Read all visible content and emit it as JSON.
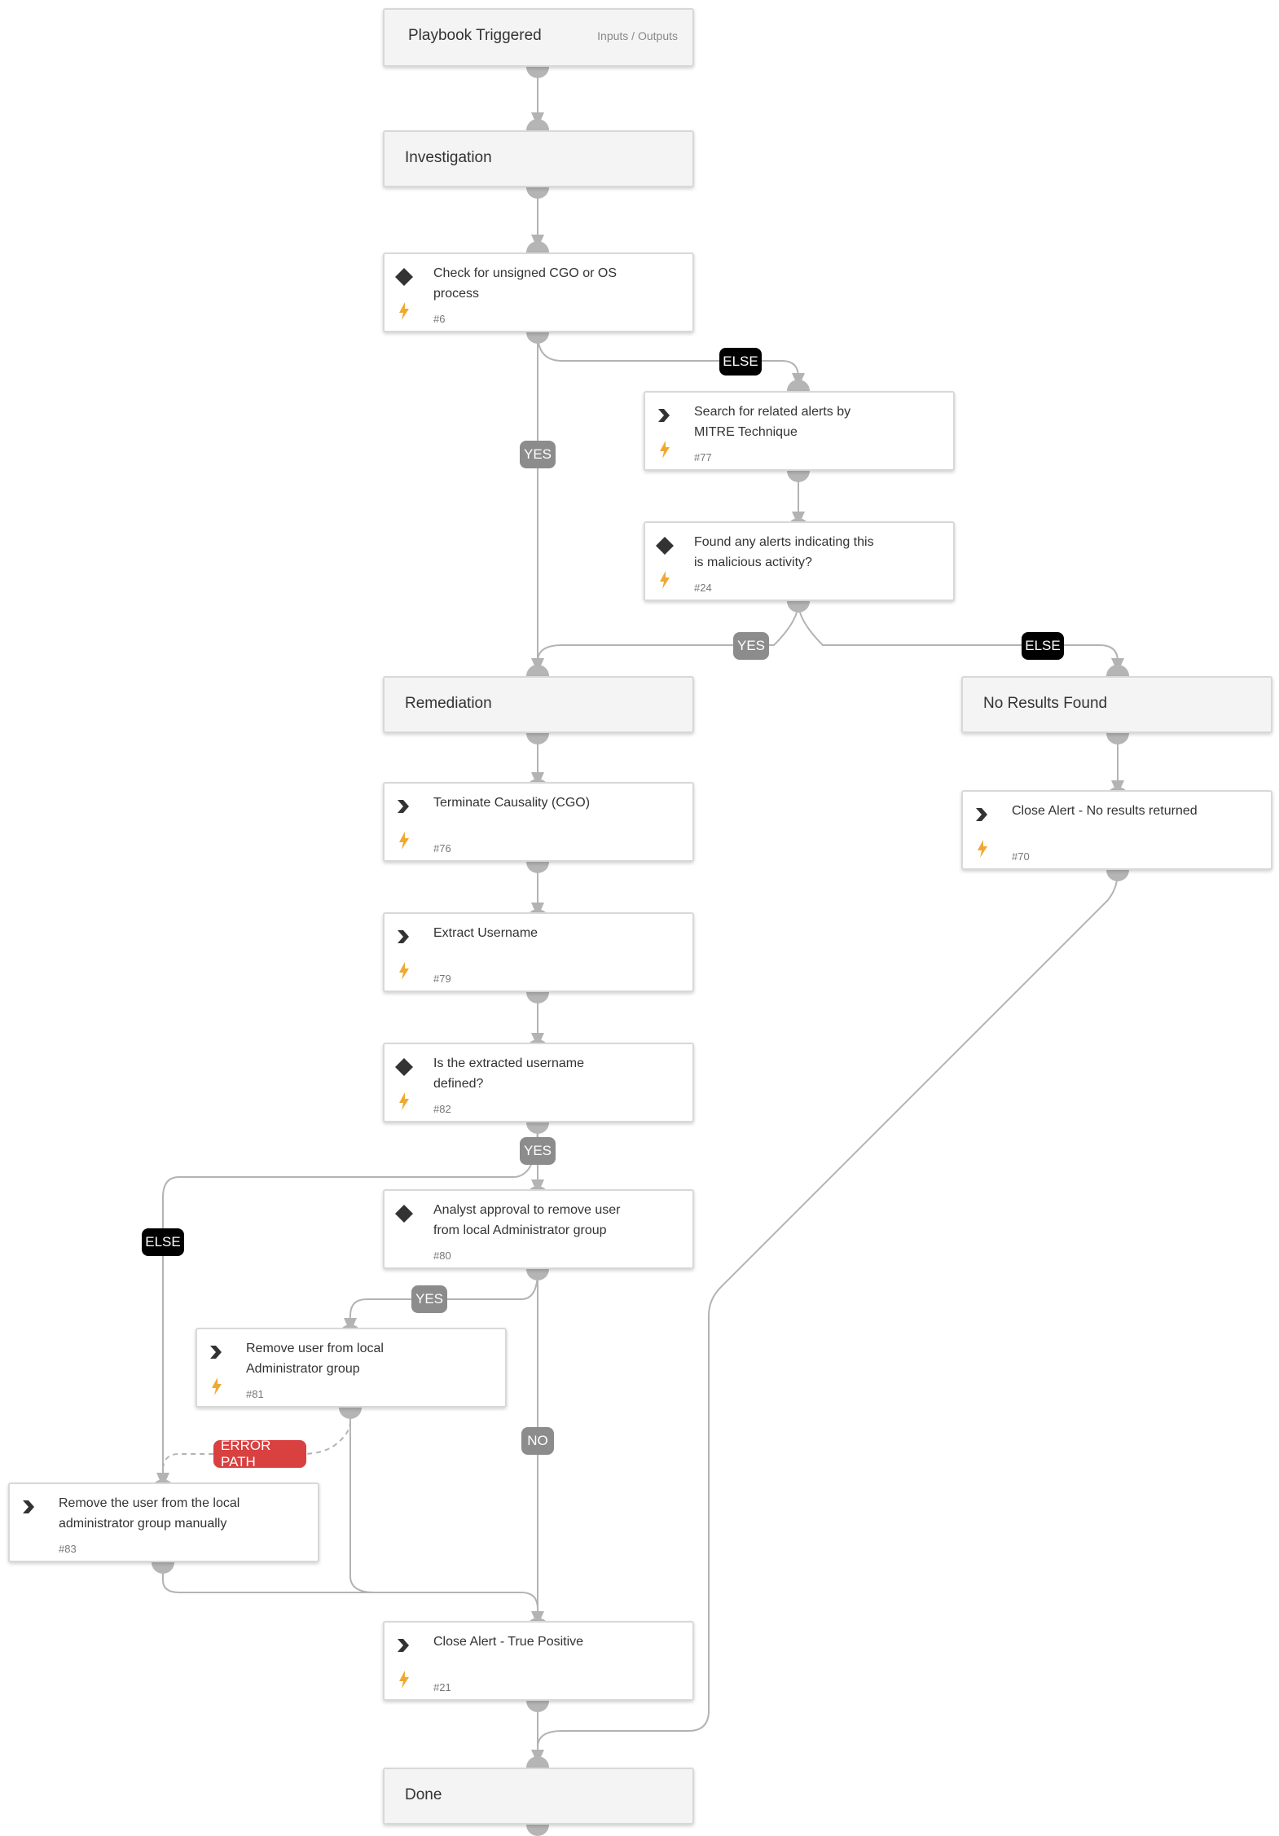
{
  "nodes": {
    "start": {
      "title": "Playbook Triggered",
      "io_link": "Inputs / Outputs"
    },
    "investigation": {
      "title": "Investigation"
    },
    "n6": {
      "line1": "Check for unsigned CGO or OS",
      "line2": "process",
      "num": "#6"
    },
    "n77": {
      "line1": "Search for related alerts by",
      "line2": "MITRE Technique",
      "num": "#77"
    },
    "n24": {
      "line1": "Found any alerts indicating this",
      "line2": "is malicious activity?",
      "num": "#24"
    },
    "remediation": {
      "title": "Remediation"
    },
    "no_results": {
      "title": "No Results Found"
    },
    "n76": {
      "line1": "Terminate Causality (CGO)",
      "num": "#76"
    },
    "n70": {
      "line1": "Close Alert - No results returned",
      "num": "#70"
    },
    "n79": {
      "line1": "Extract Username",
      "num": "#79"
    },
    "n82": {
      "line1": "Is the extracted username",
      "line2": "defined?",
      "num": "#82"
    },
    "n80": {
      "line1": "Analyst approval to remove user",
      "line2": "from local Administrator group",
      "num": "#80"
    },
    "n81": {
      "line1": "Remove user from local",
      "line2": "Administrator group",
      "num": "#81"
    },
    "n83": {
      "line1": "Remove the user from the local",
      "line2": "administrator group manually",
      "num": "#83"
    },
    "n21": {
      "line1": "Close Alert - True Positive",
      "num": "#21"
    },
    "done": {
      "title": "Done"
    }
  },
  "labels": {
    "else_1": "ELSE",
    "yes_1": "YES",
    "yes_2": "YES",
    "else_2": "ELSE",
    "yes_3": "YES",
    "else_3": "ELSE",
    "yes_4": "YES",
    "no_1": "NO",
    "error_path": "ERROR PATH"
  },
  "colors": {
    "wire": "#b3b3b3",
    "port": "#b5b5b5",
    "label_gray": "#8c8c8c",
    "label_black": "#000000",
    "label_red": "#d94040",
    "lightning": "#f0a830",
    "diamond": "#333333"
  }
}
